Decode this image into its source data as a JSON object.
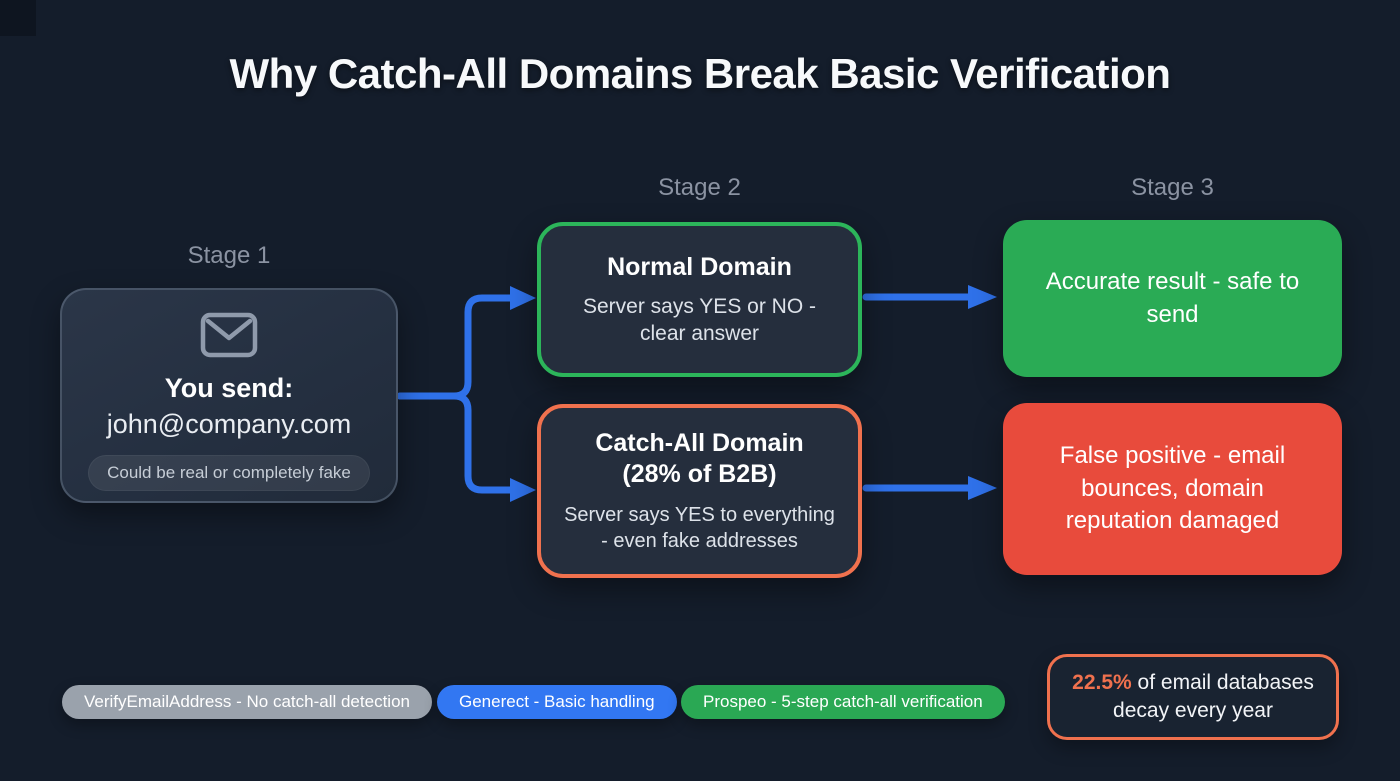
{
  "title": "Why Catch-All Domains Break Basic Verification",
  "stages": {
    "stage1": "Stage 1",
    "stage2": "Stage 2",
    "stage3": "Stage 3"
  },
  "sender_card": {
    "icon": "envelope-icon",
    "heading": "You send:",
    "email": "john@company.com",
    "note": "Could be real or completely fake"
  },
  "normal_domain_card": {
    "title": "Normal Domain",
    "body": "Server says YES or NO - clear answer",
    "border_color": "#2cb55a"
  },
  "catchall_domain_card": {
    "title_line1": "Catch-All Domain",
    "title_line2": "(28% of B2B)",
    "body": "Server says YES to everything - even fake addresses",
    "border_color": "#f0714e"
  },
  "result_good_card": {
    "text": "Accurate result - safe to send",
    "background_color": "#2aab55"
  },
  "result_bad_card": {
    "text": "False positive - email bounces, domain reputation damaged",
    "background_color": "#e84b3c"
  },
  "badges": [
    {
      "label": "VerifyEmailAddress - No catch-all detection",
      "color": "#9aa2ac"
    },
    {
      "label": "Generect - Basic handling",
      "color": "#3277f2"
    },
    {
      "label": "Prospeo - 5-step catch-all verification",
      "color": "#2aa854"
    }
  ],
  "callout": {
    "highlight": "22.5%",
    "text": " of email databases decay every year",
    "border_color": "#f0714e"
  },
  "connector_color": "#2f71e9"
}
